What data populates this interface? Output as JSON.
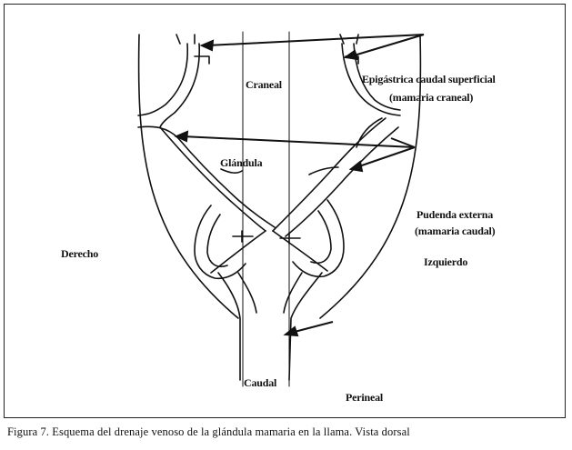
{
  "labels": {
    "craneal": "Craneal",
    "epigastrica": "Epigástrica caudal superficial",
    "epigastrica_sub": "(mamaria craneal)",
    "glandula": "Glándula",
    "pudenda": "Pudenda externa",
    "pudenda_sub": "(mamaria caudal)",
    "derecho": "Derecho",
    "izquierdo": "Izquierdo",
    "caudal": "Caudal",
    "perineal": "Perineal"
  },
  "caption": "Figura 7. Esquema del drenaje venoso de la glándula mamaria en la llama. Vista dorsal",
  "colors": {
    "ink": "#111111",
    "background": "#ffffff"
  }
}
